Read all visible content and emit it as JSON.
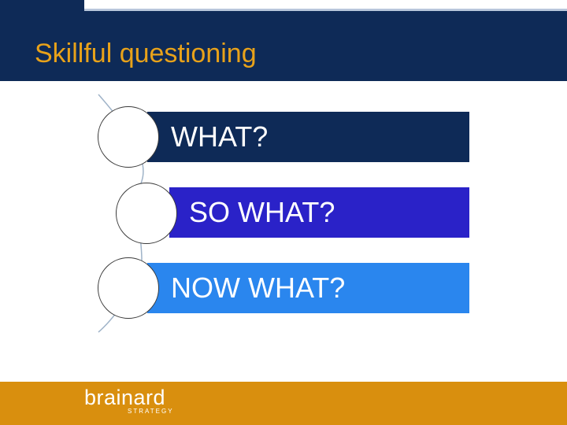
{
  "slide": {
    "title": "Skillful questioning"
  },
  "questions": [
    {
      "label": "WHAT?"
    },
    {
      "label": "SO WHAT?"
    },
    {
      "label": "NOW WHAT?"
    }
  ],
  "footer": {
    "logo_main": "brainard",
    "logo_sub": "STRATEGY"
  },
  "colors": {
    "header_bg": "#0e2a57",
    "title_text": "#e8a21a",
    "bar_1": "#0e2a57",
    "bar_2": "#2a22c8",
    "bar_3": "#2a86ee",
    "footer_bg": "#d98f0e"
  }
}
